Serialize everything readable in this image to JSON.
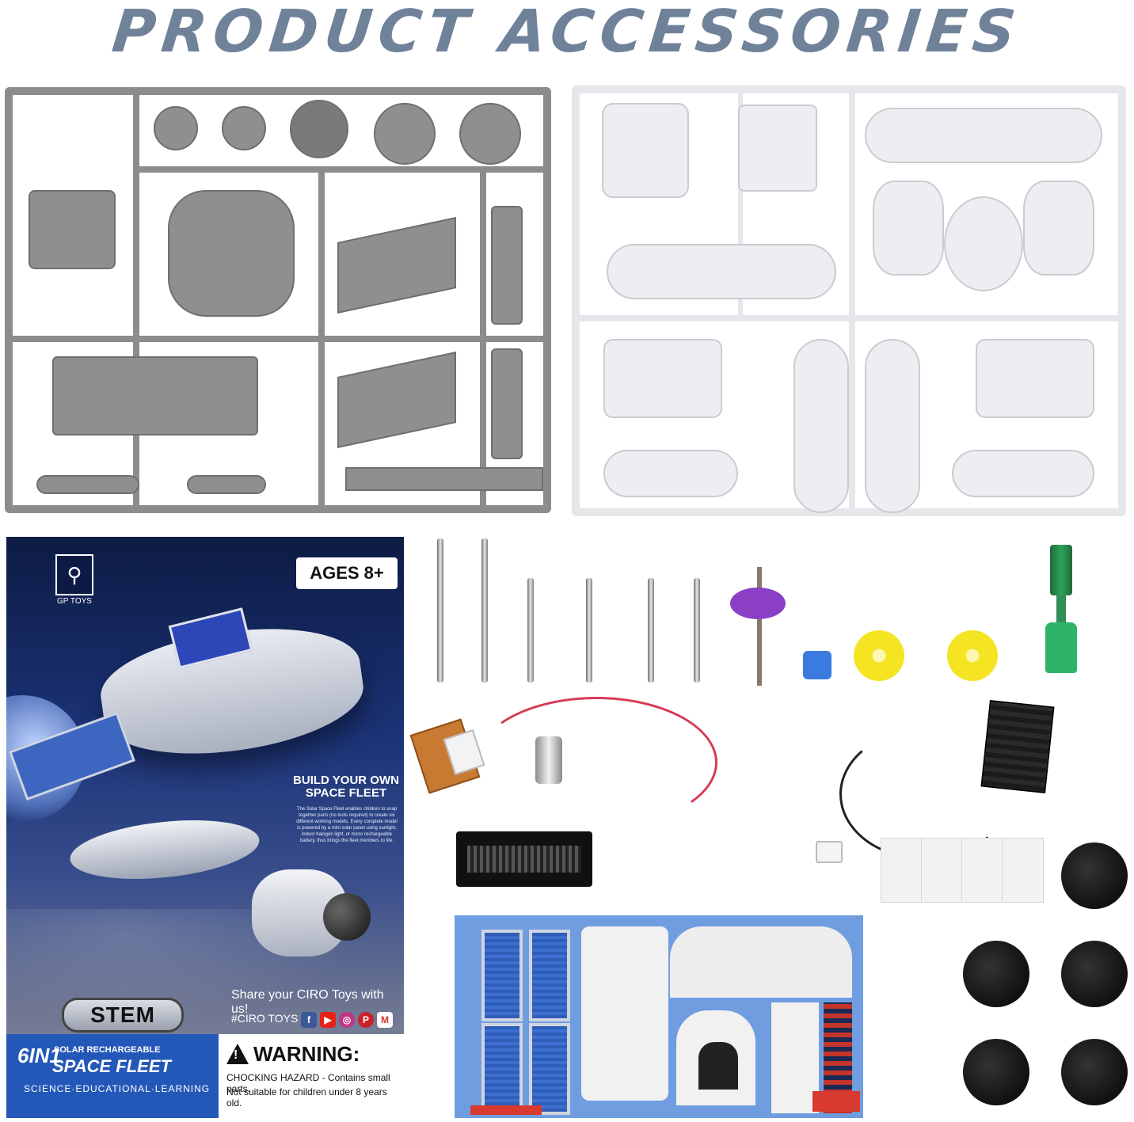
{
  "page": {
    "title": "PRODUCT ACCESSORIES"
  },
  "manual": {
    "brand": "GP TOYS",
    "ages": "AGES 8+",
    "build_title": "BUILD YOUR OWN SPACE FLEET",
    "build_text": "The Solar Space Fleet enables children to snap together parts (no tools required) to create six different working models. Every complete model is powered by a mini solar panel using sunlight, indoor halogen light, or micro rechargeable battery, thus brings the fleet members to life.",
    "share_text": "Share your CIRO Toys with us!",
    "hashtag": "#CIRO TOYS",
    "stem": "STEM",
    "six_in_one": "6IN1",
    "solar_rechargeable": "SOLAR RECHARGEABLE",
    "space_fleet": "SPACE FLEET",
    "tagline": "SCIENCE·EDUCATIONAL·LEARNING",
    "warning_title": "WARNING:",
    "warning_line1": "CHOCKING HAZARD - Contains small parts.",
    "warning_line2": "Not suitable for children under 8 years old."
  },
  "colors": {
    "title": "#6f8299",
    "gray_sprue": "#8c8c8c",
    "white_sprue": "#e6e7ea",
    "manual_blue": "#2458b8",
    "sticker_blue": "#6f9de0",
    "gear_yellow": "#f4e422",
    "gear_purple": "#8a3fc4",
    "screwdriver_green": "#2db36a"
  },
  "icons": {
    "logo": "gp-toys-logo",
    "warning": "warning-triangle-icon",
    "social": [
      "facebook-icon",
      "youtube-icon",
      "instagram-icon",
      "pinterest-icon",
      "gmail-icon"
    ]
  }
}
